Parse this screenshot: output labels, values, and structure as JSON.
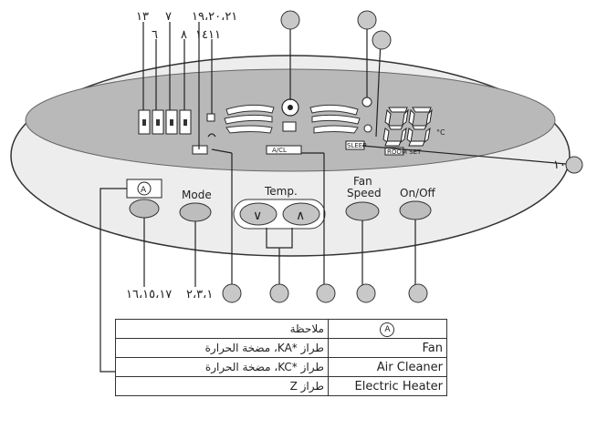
{
  "top_labels": {
    "l13": "١٣",
    "l7": "٧",
    "l6": "٦",
    "l8": "٨",
    "l14": "١٤",
    "l19_21": "١٩،٢٠،٢١",
    "l11": "١١"
  },
  "bottom_labels": {
    "left_group": "١٦،١٥،١٧",
    "mid_group": "٢،٣،١"
  },
  "side_label": "١٠",
  "display": {
    "digits": "88",
    "unit": "°C",
    "room_set": "ROOM SET",
    "acl": "A/CL",
    "sleep": "SLEEP"
  },
  "buttons": {
    "a_symbol": "A",
    "mode": "Mode",
    "temp": "Temp.",
    "temp_down": "∨",
    "temp_up": "∧",
    "fan_speed_line1": "Fan",
    "fan_speed_line2": "Speed",
    "on_off": "On/Off"
  },
  "legend": {
    "header_note": "ملاحظة",
    "header_symbol": "A",
    "rows": [
      {
        "en": "Fan",
        "ar": "طراز *KA، مضخة الحرارة"
      },
      {
        "en": "Air Cleaner",
        "ar": "طراز *KC، مضخة الحرارة"
      },
      {
        "en": "Electric Heater",
        "ar": "طراز Z"
      }
    ]
  }
}
